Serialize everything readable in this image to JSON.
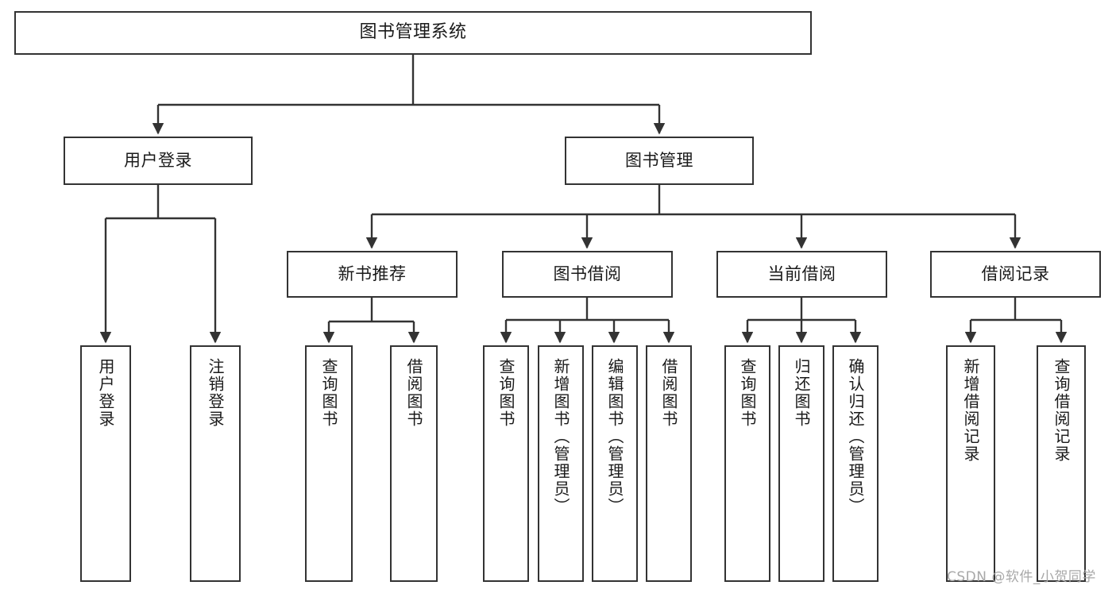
{
  "diagram": {
    "type": "tree",
    "title": "图书管理系统",
    "orientation": "top-down",
    "watermark": "CSDN @软件_小贺同学",
    "colors": {
      "background": "#ffffff",
      "node_border": "#333333",
      "node_fill": "#ffffff",
      "edge": "#333333",
      "text": "#1a1a1a",
      "watermark": "#a8a8a8"
    },
    "nodes": {
      "root": {
        "label": "图书管理系统"
      },
      "level2": [
        {
          "id": "user-login",
          "label": "用户登录"
        },
        {
          "id": "book-manage",
          "label": "图书管理"
        }
      ],
      "level3": [
        {
          "id": "new-book-recommend",
          "label": "新书推荐"
        },
        {
          "id": "book-borrow",
          "label": "图书借阅"
        },
        {
          "id": "current-borrow",
          "label": "当前借阅"
        },
        {
          "id": "borrow-record",
          "label": "借阅记录"
        }
      ],
      "leaves": {
        "user_login": [
          {
            "id": "leaf-user-login",
            "label": "用户登录"
          },
          {
            "id": "leaf-logout-login",
            "label": "注销登录"
          }
        ],
        "new_book_recommend": [
          {
            "id": "leaf-query-book-1",
            "label": "查询图书"
          },
          {
            "id": "leaf-borrow-book-1",
            "label": "借阅图书"
          }
        ],
        "book_borrow": [
          {
            "id": "leaf-query-book-2",
            "label": "查询图书"
          },
          {
            "id": "leaf-add-book",
            "label": "新增图书（管理员）"
          },
          {
            "id": "leaf-edit-book",
            "label": "编辑图书（管理员）"
          },
          {
            "id": "leaf-borrow-book-2",
            "label": "借阅图书"
          }
        ],
        "current_borrow": [
          {
            "id": "leaf-query-book-3",
            "label": "查询图书"
          },
          {
            "id": "leaf-return-book",
            "label": "归还图书"
          },
          {
            "id": "leaf-confirm-return",
            "label": "确认归还（管理员）"
          }
        ],
        "borrow_record": [
          {
            "id": "leaf-add-record",
            "label": "新增借阅记录"
          },
          {
            "id": "leaf-query-record",
            "label": "查询借阅记录"
          }
        ]
      }
    }
  }
}
